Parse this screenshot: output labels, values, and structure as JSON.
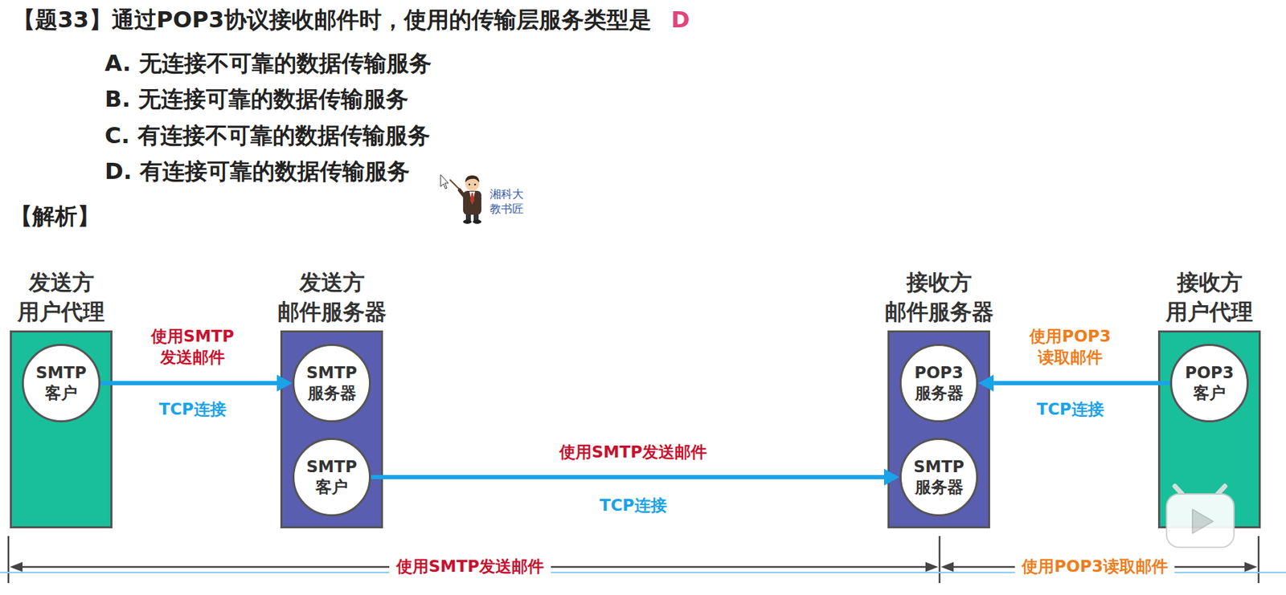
{
  "diagram": {
    "title": "【题33】通过POP3协议接收邮件时，使用的传输层服务类型是",
    "nodes": [
      {
        "text": [
          "发送方 用户代理"
        ]
      },
      {
        "text": [
          "SMTP 客户"
        ],
        "in": 0
      },
      {
        "text": [
          "发送方 邮件服务器"
        ]
      },
      {
        "text": [
          "SMTP 服务器"
        ],
        "in": 2
      },
      {
        "text": [
          "SMTP 客户"
        ],
        "in": 2
      },
      {
        "text": [
          "接收方 邮件服务器"
        ]
      },
      {
        "text": [
          "POP3 服务器"
        ],
        "in": 5
      },
      {
        "text": [
          "SMTP 服务器"
        ],
        "in": 5
      },
      {
        "text": [
          "接收方 用户代理"
        ]
      },
      {
        "text": [
          "POP3 客户"
        ],
        "in": 8
      }
    ],
    "edges": [
      {
        "from": 1,
        "to": 3,
        "arrow": "to",
        "label": "使用SMTP 发送邮件"
      },
      {
        "from": 4,
        "to": 7,
        "arrow": "to",
        "label": "使用SMTP发送邮件"
      },
      {
        "from": 9,
        "to": 6,
        "arrow": "to",
        "label": "使用POP3 读取邮件"
      }
    ],
    "labels": [
      "D",
      "A. 无连接不可靠的数据传输服务",
      "B. 无连接可靠的数据传输服务",
      "C. 有连接不可靠的数据传输服务",
      "D. 有连接可靠的数据传输服务",
      "【解析】",
      "湘科大 教书匠",
      "TCP连接",
      "TCP连接",
      "TCP连接",
      "使用SMTP发送邮件",
      "使用POP3读取邮件"
    ]
  }
}
